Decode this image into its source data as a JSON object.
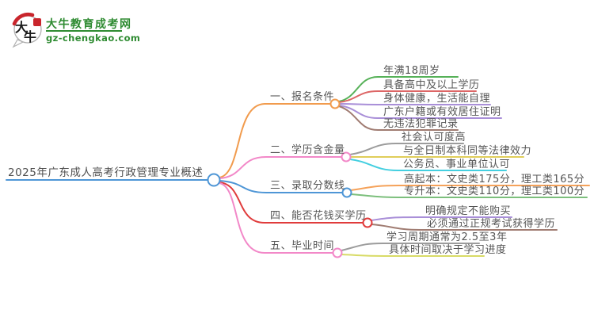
{
  "logo": {
    "title": "大牛教育成考网",
    "domain": "gz-chengkao.com",
    "icon_char_1": "大",
    "icon_char_2": "牛",
    "green": "#2E8B31",
    "red": "#C9252C"
  },
  "colors": {
    "text": "#555555"
  },
  "root": {
    "label": "2025年广东成人高考行政管理专业概述",
    "color": "#4E96D6"
  },
  "branches": [
    {
      "label": "一、报名条件",
      "color": "#F19B4D",
      "children": [
        {
          "label": "年满18周岁",
          "color": "#56B158"
        },
        {
          "label": "具备高中及以上学历",
          "color": "#DD6666"
        },
        {
          "label": "身体健康，生活能自理",
          "color": "#A98FD8"
        },
        {
          "label": "广东户籍或有效居住证明",
          "color": "#A98FD8"
        },
        {
          "label": "无违法犯罪记录",
          "color": "#A07C72"
        }
      ]
    },
    {
      "label": "二、学历含金量",
      "color": "#F288C8",
      "children": [
        {
          "label": "社会认可度高",
          "color": "#9C9C9C"
        },
        {
          "label": "与全日制本科同等法律效力",
          "color": "#E0CE5A"
        },
        {
          "label": "公务员、事业单位认可",
          "color": "#44CFE0"
        }
      ]
    },
    {
      "label": "三、录取分数线",
      "color": "#4E96D6",
      "children": [
        {
          "label": "高起本：文史类175分，理工类165分",
          "color": "#F5A25A"
        },
        {
          "label": "专升本：文史类110分，理工类100分",
          "color": "#7CBF7C"
        }
      ]
    },
    {
      "label": "四、能否花钱买学历",
      "color": "#E03C3C",
      "children": [
        {
          "label": "明确规定不能购买",
          "color": "#A98FD8"
        },
        {
          "label": "必须通过正规考试获得学历",
          "color": "#A07C72"
        }
      ]
    },
    {
      "label": "五、毕业时间",
      "color": "#F288C8",
      "children": [
        {
          "label": "学习周期通常为2.5至3年",
          "color": "#9C9C9C"
        },
        {
          "label": "具体时间取决于学习进度",
          "color": "#D8DB66"
        }
      ]
    }
  ]
}
